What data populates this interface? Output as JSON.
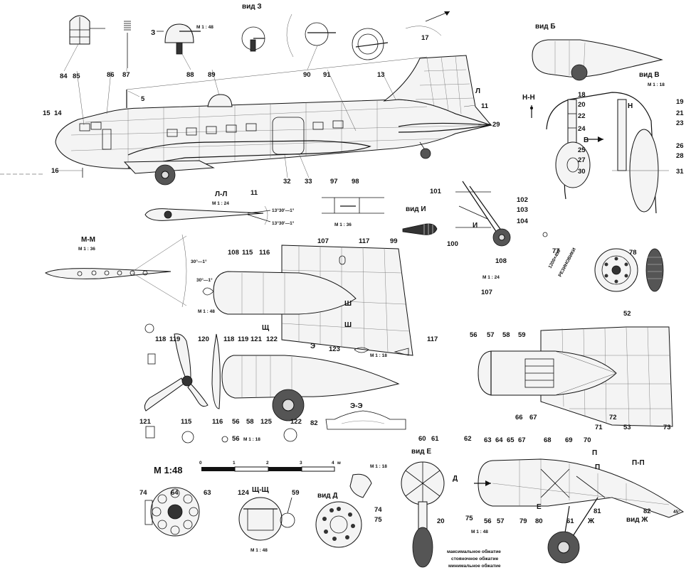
{
  "sheet": {
    "scale_main": "М 1:48",
    "scale_bar_ticks": [
      "0",
      "1",
      "2",
      "3",
      "4"
    ],
    "scale_bar_unit": "м"
  },
  "views": {
    "zv": "вид З",
    "b": "вид Б",
    "v": "вид В",
    "i": "вид И",
    "e": "вид Е",
    "d": "вид Д",
    "zh": "вид Ж"
  },
  "sections": {
    "z": "З",
    "l": "Л",
    "nn": "Н-Н",
    "n": "Н",
    "v_arrow": "В",
    "ll": "Л-Л",
    "mm": "М-М",
    "i": "И",
    "sh1": "Ш",
    "sh2": "Ш",
    "shch": "Щ",
    "e_sec": "Э",
    "ee": "Э-Э",
    "shchshch": "Щ-Щ",
    "d": "Д",
    "e_arrow": "Е",
    "p1": "П",
    "p2": "П",
    "pp": "П-П",
    "zh": "Ж"
  },
  "scales": {
    "s48_top": "М 1 : 48",
    "s18_v": "М 1 : 18",
    "s24_ll": "М 1 : 24",
    "s36_97": "М 1 : 36",
    "s36_mm": "М 1 : 36",
    "s24_107": "М 1 : 24",
    "s48_eng": "М 1 : 48",
    "s18_123": "М 1 : 18",
    "s18_115": "М 1 : 18",
    "s18_d": "М 1 : 18",
    "s48_ee": "М 1 : 48",
    "s48_bottom": "М 1 : 48"
  },
  "angles": {
    "ll_a": "13°30'—1°",
    "ll_b": "13°30'—1°",
    "mm_a": "30°—1°",
    "mm_b": "30°—1°",
    "pp": "45°"
  },
  "tire_text": {
    "line1": "РЕЗИНОВИКИ",
    "line2": "1200×450"
  },
  "compression": {
    "max": "максимальное обжатие",
    "mid": "стояночное обжатие",
    "min": "минимальное обжатие"
  },
  "callouts": {
    "n84": "84",
    "n85": "85",
    "n86": "86",
    "n87": "87",
    "n88": "88",
    "n89": "89",
    "n90": "90",
    "n91": "91",
    "n17": "17",
    "n13": "13",
    "n11": "11",
    "n29": "29",
    "n5": "5",
    "n15": "15",
    "n14": "14",
    "n16": "16",
    "n32": "32",
    "n33": "33",
    "n18": "18",
    "n20": "20",
    "n22": "22",
    "n24": "24",
    "n25": "25",
    "n27": "27",
    "n30": "30",
    "n19": "19",
    "n21": "21",
    "n23": "23",
    "n26": "26",
    "n28": "28",
    "n31": "31",
    "n11b": "11",
    "n97": "97",
    "n98": "98",
    "n101": "101",
    "n102": "102",
    "n103": "103",
    "n104": "104",
    "n99": "99",
    "n100": "100",
    "n77": "77",
    "n78": "78",
    "n108a": "108",
    "n115a": "115",
    "n116a": "116",
    "n107a": "107",
    "n117a": "117",
    "n108b": "108",
    "n107b": "107",
    "n118a": "118",
    "n119a": "119",
    "n120": "120",
    "n118b": "118",
    "n119b": "119",
    "n121a": "121",
    "n122a": "122",
    "n123": "123",
    "n117b": "117",
    "n56a": "56",
    "n58a": "58",
    "n125": "125",
    "n82a": "82",
    "n121b": "121",
    "n115b": "115",
    "n116b": "116",
    "n56b": "56",
    "n122b": "122",
    "n52": "52",
    "n56c": "56",
    "n57a": "57",
    "n58b": "58",
    "n59a": "59",
    "n62": "62",
    "n66": "66",
    "n67a": "67",
    "n72": "72",
    "n71": "71",
    "n53": "53",
    "n73": "73",
    "n60": "60",
    "n61a": "61",
    "n20b": "20",
    "n63a": "63",
    "n64a": "64",
    "n65": "65",
    "n67b": "67",
    "n68": "68",
    "n69": "69",
    "n70": "70",
    "n75a": "75",
    "n56d": "56",
    "n57b": "57",
    "n79": "79",
    "n80": "80",
    "n61b": "61",
    "n81": "81",
    "n82b": "82",
    "n74a": "74",
    "n64b": "64",
    "n63b": "63",
    "n124": "124",
    "n59b": "59",
    "n74b": "74",
    "n75b": "75"
  }
}
